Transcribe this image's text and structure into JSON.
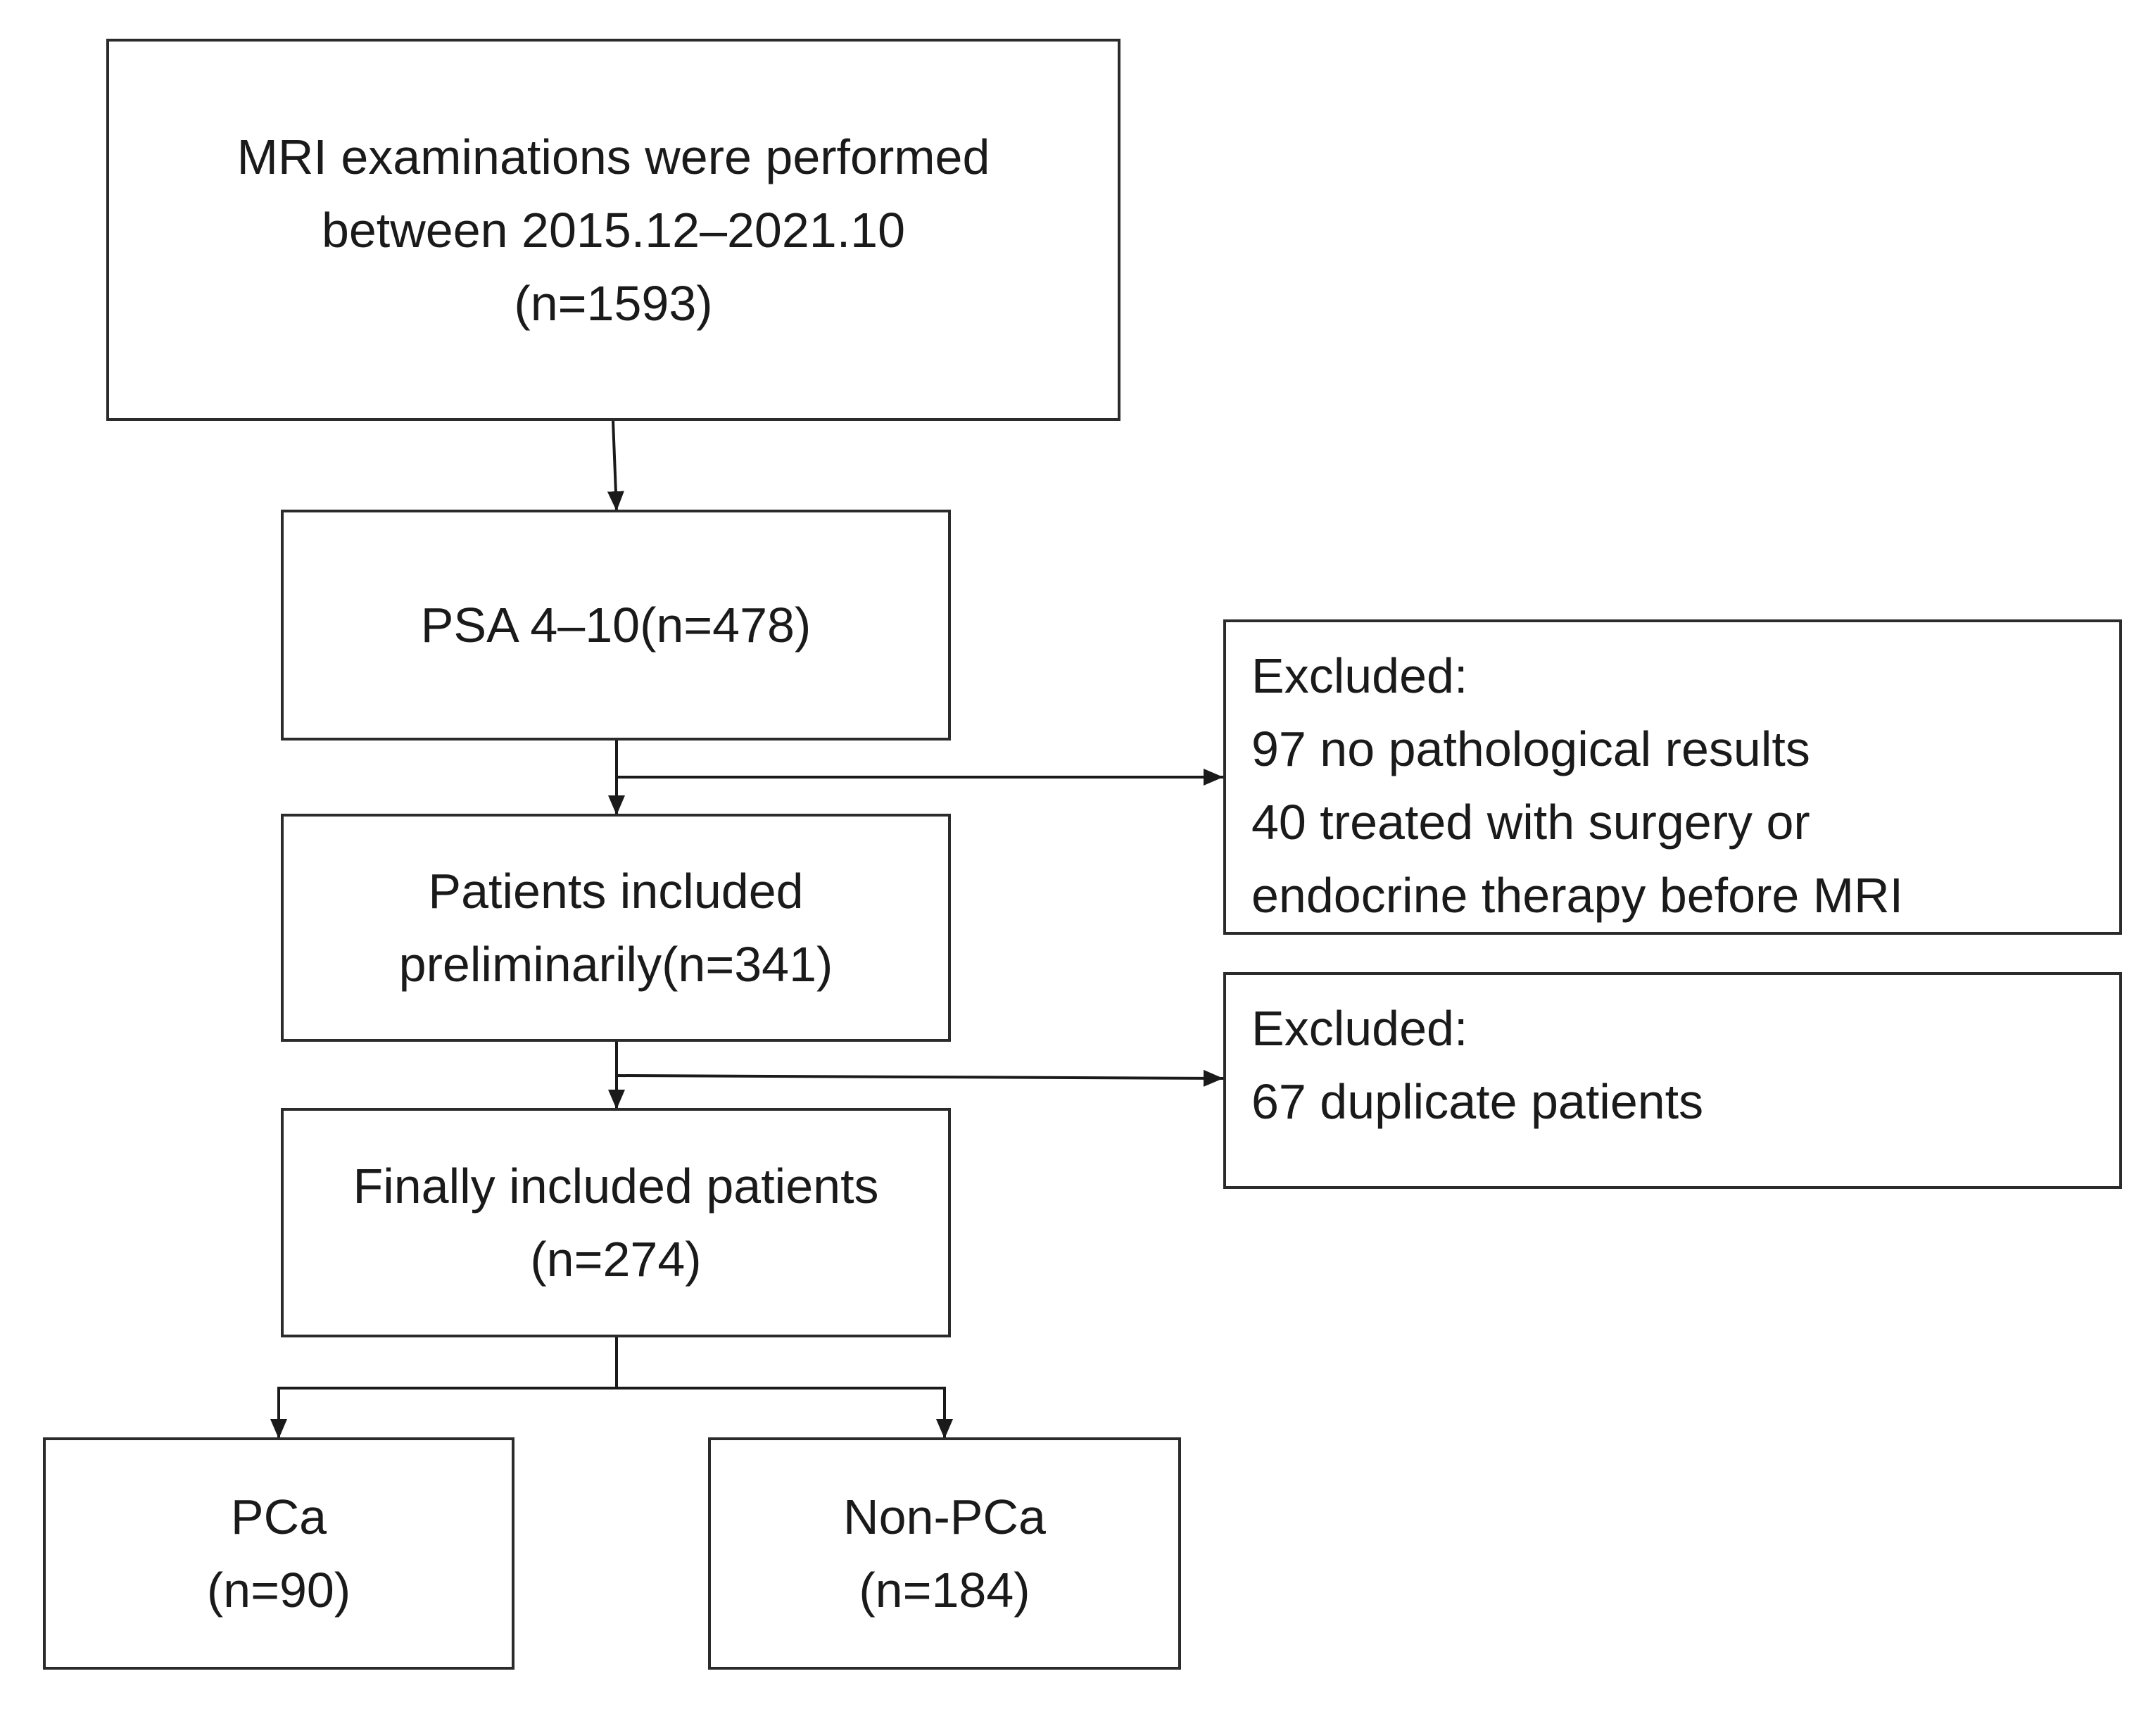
{
  "boxes": {
    "mri": {
      "lines": [
        "MRI examinations were performed",
        "between 2015.12–2021.10",
        "(n=1593)"
      ]
    },
    "psa": {
      "lines": [
        "PSA 4–10(n=478)"
      ]
    },
    "prelim": {
      "lines": [
        "Patients included",
        "preliminarily(n=341)"
      ]
    },
    "final": {
      "lines": [
        "Finally included patients",
        "(n=274)"
      ]
    },
    "pca": {
      "lines": [
        "PCa",
        "(n=90)"
      ]
    },
    "nonpca": {
      "lines": [
        "Non-PCa",
        "(n=184)"
      ]
    },
    "excluded1": {
      "lines": [
        "Excluded:",
        "97 no pathological results",
        "40 treated with surgery or",
        "endocrine therapy before MRI"
      ]
    },
    "excluded2": {
      "lines": [
        "Excluded:",
        "67 duplicate patients"
      ]
    }
  }
}
